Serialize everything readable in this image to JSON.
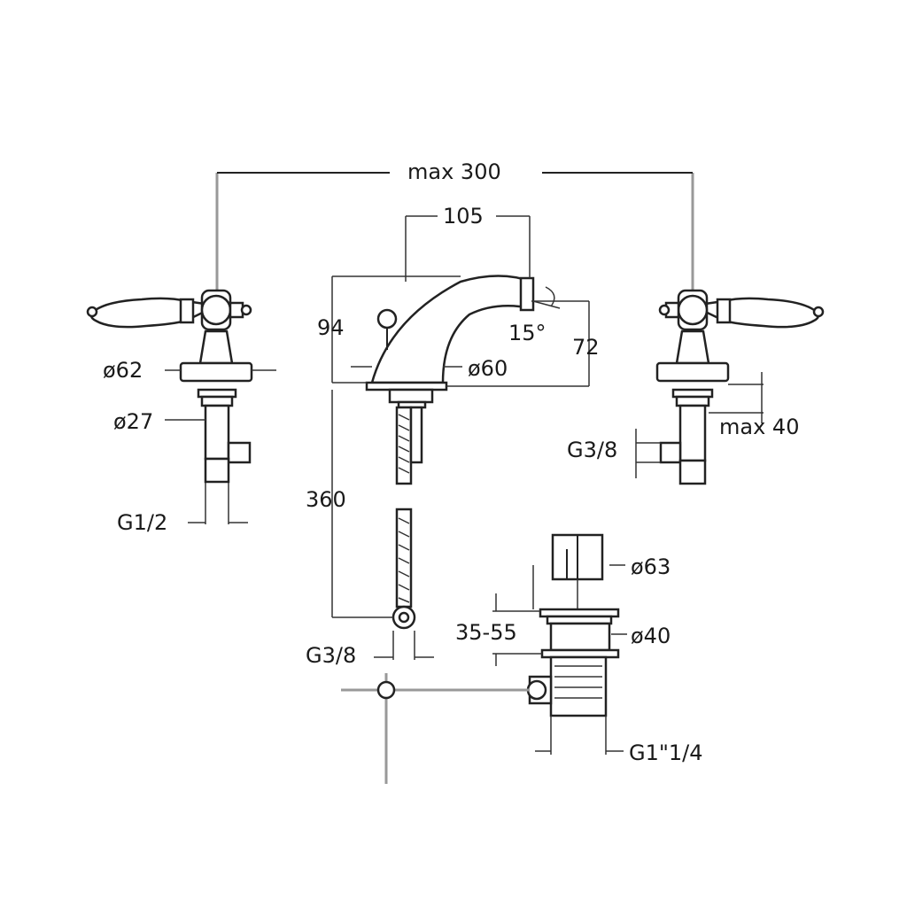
{
  "dimensions": {
    "max_300": "max 300",
    "d105": "105",
    "d94": "94",
    "d15deg": "15°",
    "d72": "72",
    "dia60": "ø60",
    "dia62": "ø62",
    "dia27": "ø27",
    "g1_2": "G1/2",
    "max_40": "max 40",
    "g3_8_right": "G3/8",
    "d360": "360",
    "g3_8_bottom": "G3/8",
    "dia63": "ø63",
    "d35_55": "35-55",
    "dia40": "ø40",
    "g1_1_4": "G1\"1/4"
  }
}
